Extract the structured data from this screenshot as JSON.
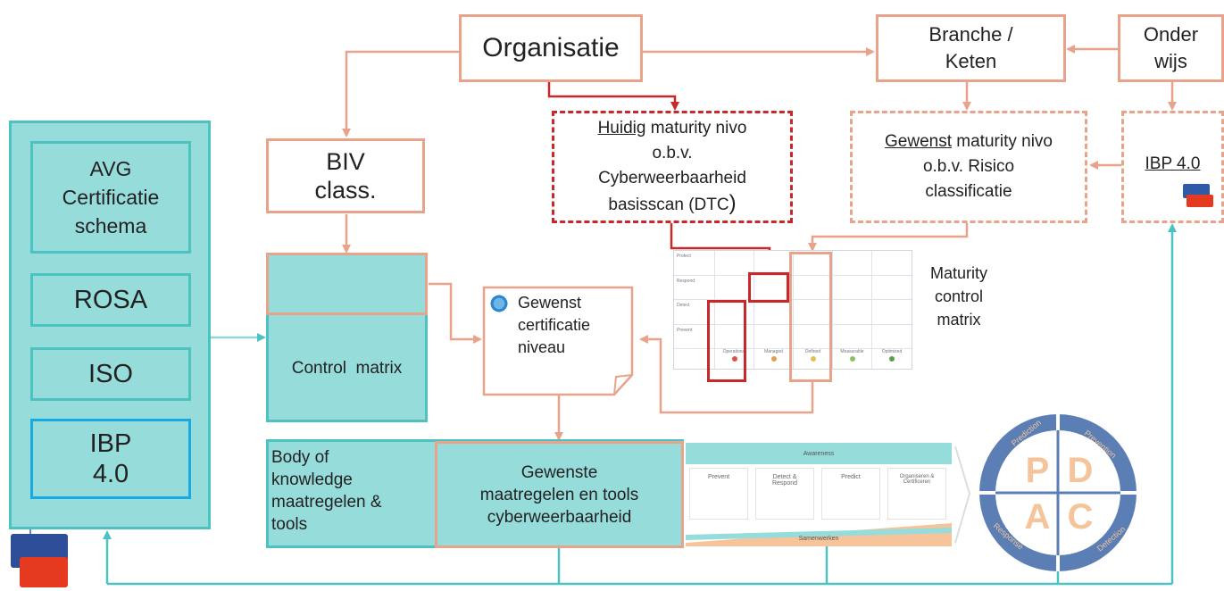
{
  "nodes": {
    "organisatie": "Organisatie",
    "branche": [
      "Branche /",
      "Keten"
    ],
    "onderwijs": [
      "Onder",
      "wijs"
    ],
    "huidig": [
      "Huidig",
      " maturity nivo",
      "o.b.v.",
      "Cyberweerbaarheid",
      "basisscan (DTC",
      ")"
    ],
    "gewenst_maturity": [
      "Gewenst",
      " maturity nivo",
      "o.b.v. Risico",
      "classificatie"
    ],
    "ibp_small": "IBP 4.0",
    "biv": [
      "BIV",
      "class."
    ],
    "control_matrix": "Control  matrix",
    "gewenst_cert": [
      "Gewenst",
      "certificatie",
      "niveau"
    ],
    "maturity_matrix_label": [
      "Maturity",
      "control",
      "matrix"
    ],
    "body_of_knowledge": [
      "Body of",
      "knowledge",
      "maatregelen &",
      "tools"
    ],
    "gewenste_maatregelen": [
      "Gewenste",
      "maatregelen en tools",
      "cyberweerbaarheid"
    ]
  },
  "left_panel": {
    "items": [
      [
        "AVG",
        "Certificatie",
        "schema"
      ],
      [
        "ROSA"
      ],
      [
        "ISO"
      ],
      [
        "IBP",
        "4.0"
      ]
    ]
  },
  "matrix": {
    "rows": [
      "Protect",
      "Respond",
      "Detect",
      "Prevent"
    ],
    "levels": [
      "Operational",
      "Managed",
      "Defined",
      "Measurable",
      "Optimized"
    ]
  },
  "framework": {
    "top": "Awareness",
    "columns": [
      "Prevent",
      "Detect & Respond",
      "Predict",
      "Organiseren & Certificeren"
    ],
    "bottom": "Samenwerken"
  },
  "pdca": {
    "letters": [
      "P",
      "D",
      "A",
      "C"
    ],
    "ring": [
      "Prediction",
      "Prevention",
      "Detection",
      "Response"
    ]
  },
  "colors": {
    "salmon": "#e8a38a",
    "red": "#c8282a",
    "teal_fill": "#96dcda",
    "teal_border": "#4cc3c0",
    "pdca_blue": "#5b7fb5",
    "pdca_orange": "#f5c49a"
  }
}
